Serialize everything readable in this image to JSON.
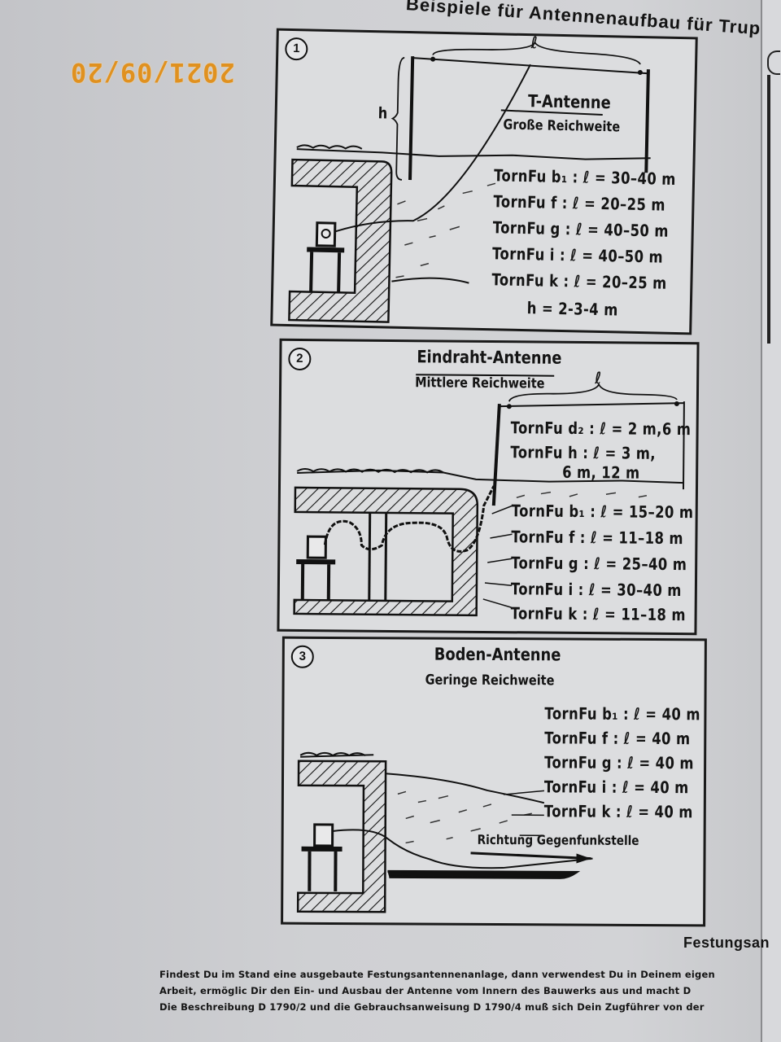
{
  "header": {
    "title": "Beispiele für Antennenaufbau für Trup"
  },
  "date_stamp": "2021/09/20",
  "panels": [
    {
      "number": "1",
      "title": "T-Antenne",
      "subtitle": "Große Reichweite",
      "dim_l": "ℓ",
      "dim_h": "h",
      "specs": [
        "TornFu b₁ : ℓ = 30–40 m",
        "TornFu f  : ℓ = 20–25 m",
        "TornFu g  : ℓ = 40–50 m",
        "TornFu i  : ℓ = 40–50 m",
        "TornFu k  : ℓ = 20–25 m"
      ],
      "height_note": "h = 2-3-4 m"
    },
    {
      "number": "2",
      "title": "Eindraht-Antenne",
      "subtitle": "Mittlere Reichweite",
      "dim_l": "ℓ",
      "specs_upper": [
        "TornFu d₂ : ℓ = 2 m,6 m",
        "TornFu h : ℓ = 3 m,",
        "6 m, 12 m"
      ],
      "specs": [
        "TornFu b₁ : ℓ = 15–20 m",
        "TornFu f : ℓ = 11–18 m",
        "TornFu g : ℓ = 25–40 m",
        "TornFu i : ℓ = 30–40 m",
        "TornFu k : ℓ = 11–18 m"
      ]
    },
    {
      "number": "3",
      "title": "Boden-Antenne",
      "subtitle": "Geringe Reichweite",
      "specs": [
        "TornFu b₁ : ℓ = 40 m",
        "TornFu f : ℓ = 40 m",
        "TornFu g : ℓ = 40 m",
        "TornFu i : ℓ = 40 m",
        "TornFu k : ℓ = 40 m"
      ],
      "direction_label": "Richtung Gegenfunkstelle"
    }
  ],
  "section_label": "Festungsan",
  "paragraph": [
    "Findest Du im Stand eine ausgebaute Festungsantennenanlage, dann verwendest Du in Deinem eigen",
    "Arbeit, ermöglic  Dir den Ein- und Ausbau der Antenne vom Innern des Bauwerks aus und macht D",
    "Die Beschreibung D 1790/2 und die Gebrauchsanweisung D 1790/4 muß sich Dein Zugführer von der"
  ]
}
